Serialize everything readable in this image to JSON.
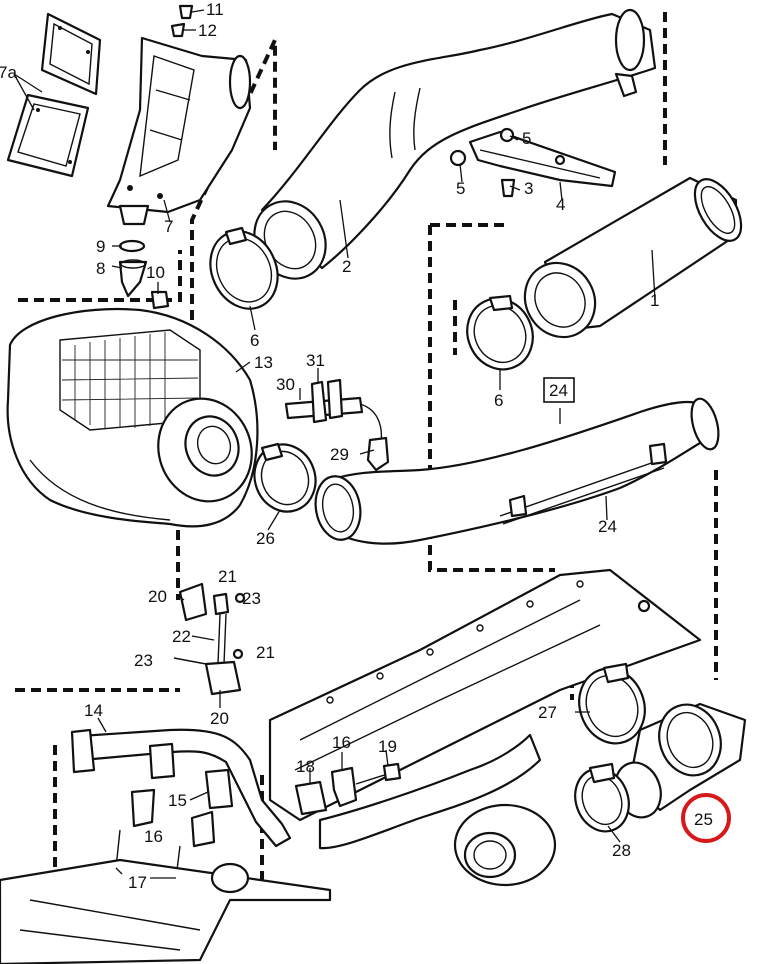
{
  "callouts": {
    "c1": "1",
    "c2": "2",
    "c3": "3",
    "c4": "4",
    "c5a": "5",
    "c5b": "5",
    "c6a": "6",
    "c6b": "6",
    "c7": "7",
    "c7a": "7a",
    "c8": "8",
    "c9": "9",
    "c10": "10",
    "c11": "11",
    "c12": "12",
    "c13": "13",
    "c14": "14",
    "c15": "15",
    "c16a": "16",
    "c16b": "16",
    "c17": "17",
    "c18": "18",
    "c19": "19",
    "c20a": "20",
    "c20b": "20",
    "c21a": "21",
    "c21b": "21",
    "c22": "22",
    "c23a": "23",
    "c23b": "23",
    "c24box": "24",
    "c24": "24",
    "c25": "25",
    "c26": "26",
    "c27": "27",
    "c28": "28",
    "c29": "29",
    "c30": "30",
    "c31": "31"
  },
  "highlight": {
    "callout": "25",
    "color": "#d7191c"
  }
}
